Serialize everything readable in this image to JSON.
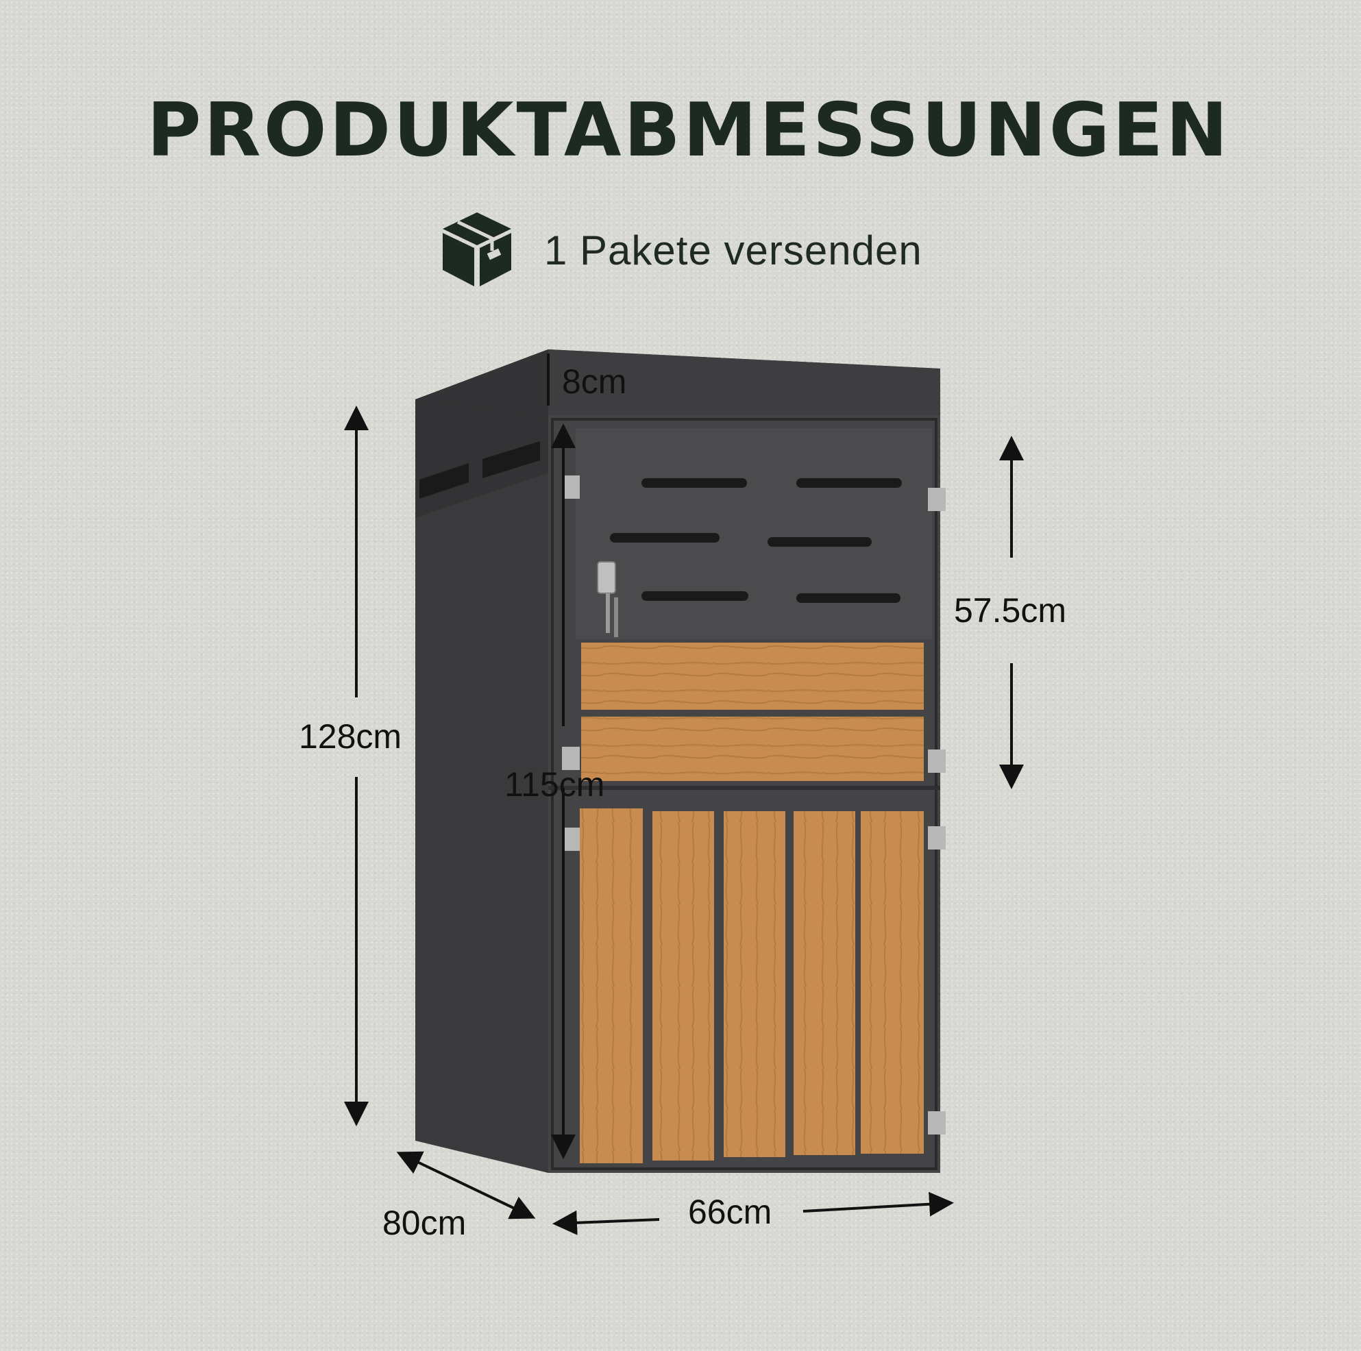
{
  "title": "PRODUKTABMESSUNGEN",
  "subtitle": "1 Pakete versenden",
  "icons": {
    "package": "package-box-icon"
  },
  "dimensions": {
    "lid_height": "8cm",
    "total_height": "128cm",
    "front_height": "115cm",
    "upper_door_height": "57.5cm",
    "depth": "80cm",
    "width": "66cm"
  },
  "colors": {
    "title": "#1d2a22",
    "cabinet": "#3b3b3d",
    "wood": "#c58a4e"
  }
}
